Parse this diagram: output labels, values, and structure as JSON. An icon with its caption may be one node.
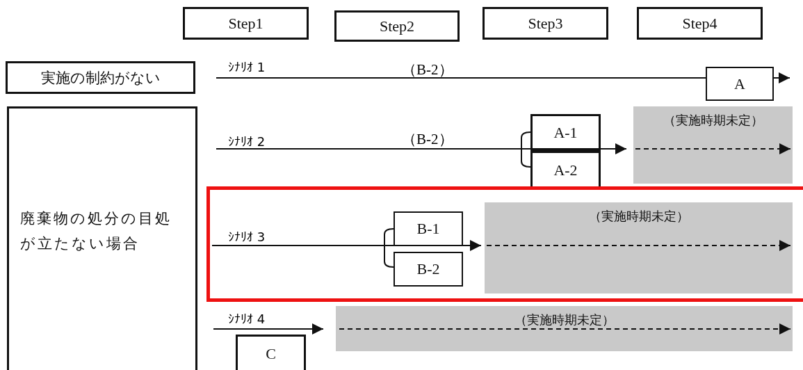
{
  "diagram": {
    "nodes": [
      {
        "text": [
          "Step1"
        ]
      },
      {
        "text": [
          "Step2"
        ]
      },
      {
        "text": [
          "Step3"
        ]
      },
      {
        "text": [
          "Step4"
        ]
      },
      {
        "text": [
          "実施の制約がない"
        ]
      },
      {
        "text": [
          "A"
        ]
      },
      {
        "text": [
          "廃棄物の処分の目処が立たない場合"
        ]
      },
      {
        "text": [
          "A-1"
        ]
      },
      {
        "text": [
          "A-2"
        ]
      },
      {
        "text": [
          "（実施時期未定）"
        ]
      },
      {
        "text": [],
        "shape": "box"
      },
      {
        "text": [
          "B-1"
        ],
        "in": 10
      },
      {
        "text": [
          "B-2"
        ],
        "in": 10
      },
      {
        "text": [
          "（実施時期未定）"
        ],
        "in": 10
      },
      {
        "text": [
          "（実施時期未定）"
        ]
      },
      {
        "text": [
          "C"
        ]
      }
    ],
    "edges": [
      {
        "from": null,
        "to": 5,
        "arrow": "none"
      },
      {
        "from": 5,
        "to": null,
        "arrow": "to"
      },
      {
        "from": null,
        "to": 9,
        "arrow": "to"
      },
      {
        "from": null,
        "to": 13,
        "arrow": "to"
      },
      {
        "from": null,
        "to": 14,
        "arrow": "to"
      }
    ],
    "labels": [
      "ｼﾅﾘｵ 1",
      "（B-2）",
      "ｼﾅﾘｵ 2",
      "（B-2）",
      "ｼﾅﾘｵ 3",
      "ｼﾅﾘｵ 4"
    ]
  }
}
